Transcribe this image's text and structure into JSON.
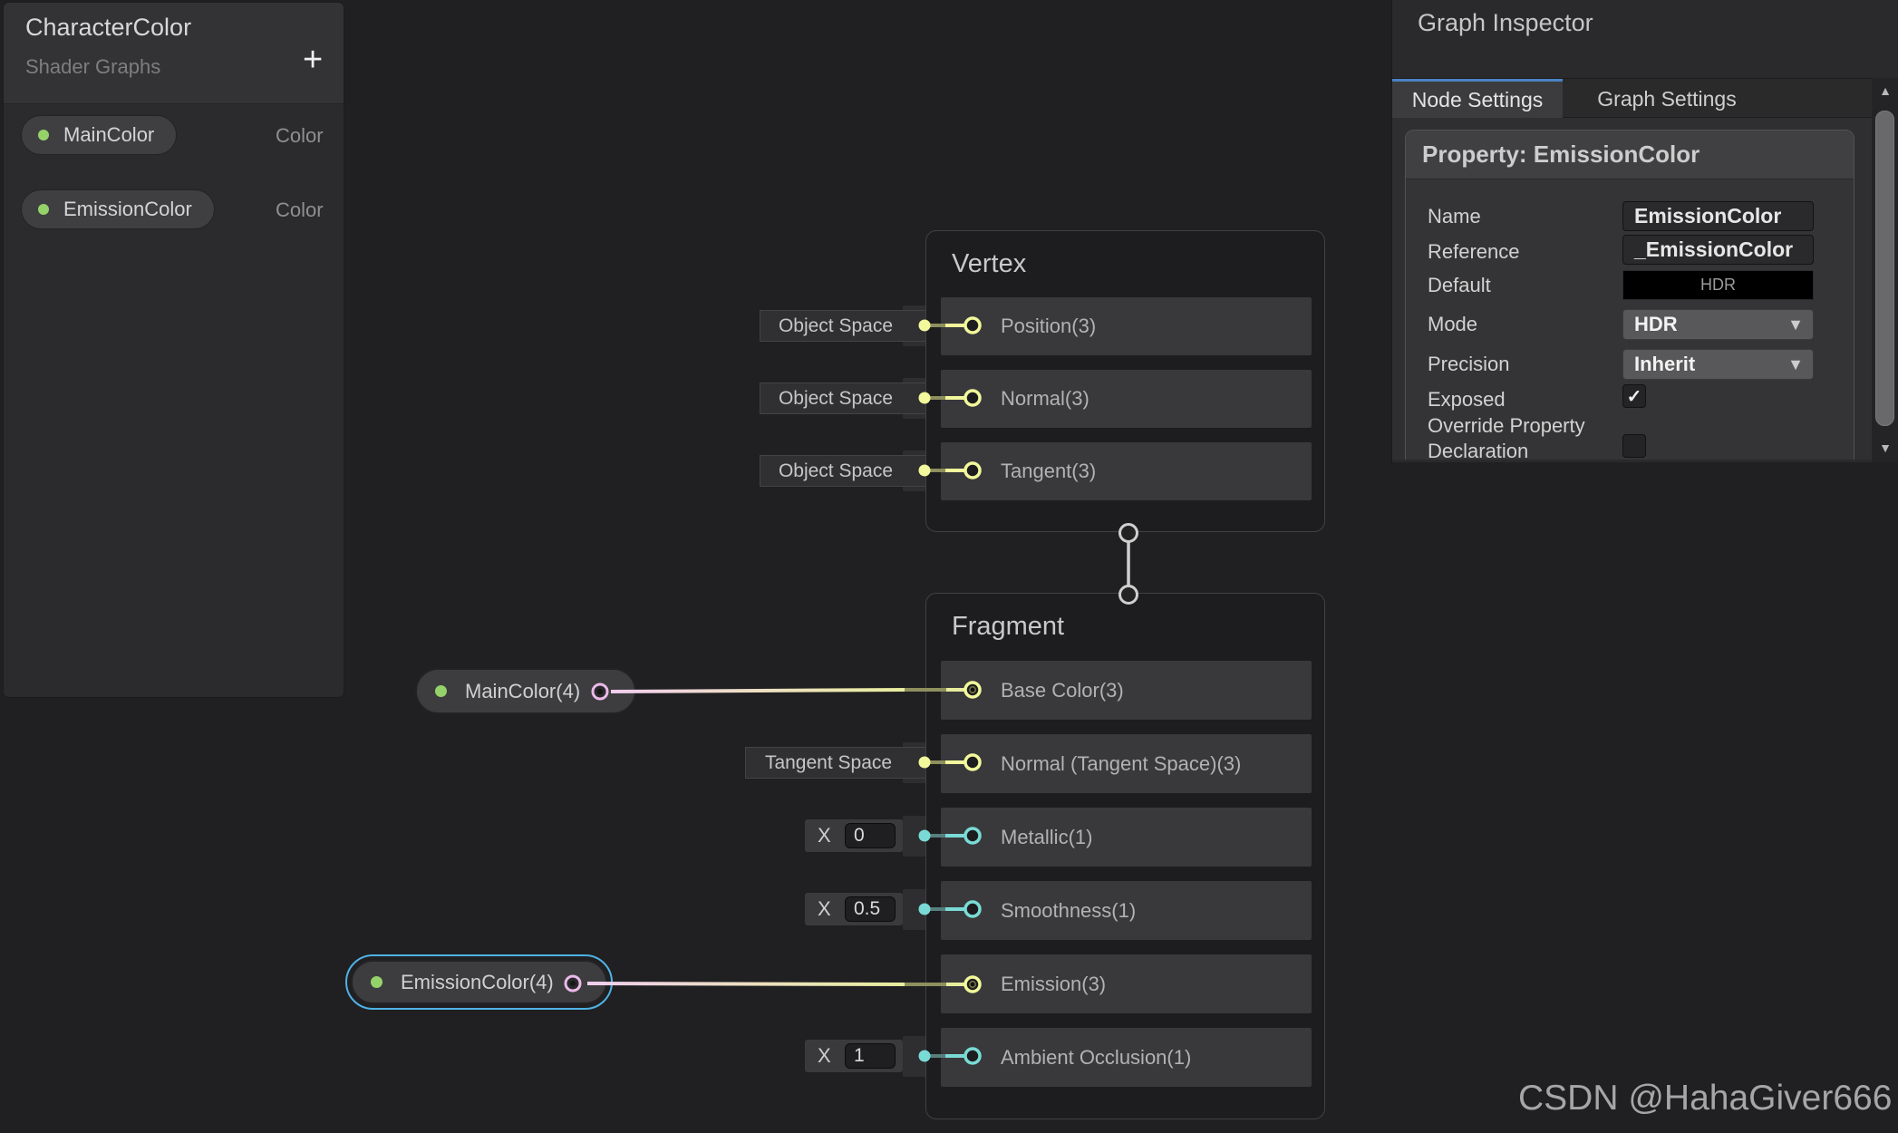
{
  "blackboard": {
    "title": "CharacterColor",
    "subtitle": "Shader Graphs",
    "add_button": "+",
    "properties": [
      {
        "name": "MainColor",
        "type": "Color"
      },
      {
        "name": "EmissionColor",
        "type": "Color"
      }
    ]
  },
  "inspector": {
    "title": "Graph Inspector",
    "tabs": [
      {
        "label": "Node Settings",
        "active": true
      },
      {
        "label": "Graph Settings",
        "active": false
      }
    ],
    "property_header": "Property: EmissionColor",
    "fields": {
      "name_label": "Name",
      "name_value": "EmissionColor",
      "reference_label": "Reference",
      "reference_value": "_EmissionColor",
      "default_label": "Default",
      "default_value": "HDR",
      "mode_label": "Mode",
      "mode_value": "HDR",
      "precision_label": "Precision",
      "precision_value": "Inherit",
      "exposed_label": "Exposed",
      "exposed_checked": "✓",
      "override_label_line1": "Override Property",
      "override_label_line2": "Declaration"
    }
  },
  "graph": {
    "vertex_node": {
      "title": "Vertex",
      "ports": [
        {
          "label": "Position(3)",
          "connector": "Object Space"
        },
        {
          "label": "Normal(3)",
          "connector": "Object Space"
        },
        {
          "label": "Tangent(3)",
          "connector": "Object Space"
        }
      ]
    },
    "fragment_node": {
      "title": "Fragment",
      "ports": [
        {
          "label": "Base Color(3)"
        },
        {
          "label": "Normal (Tangent Space)(3)",
          "connector": "Tangent Space"
        },
        {
          "label": "Metallic(1)",
          "value_label": "X",
          "value": "0"
        },
        {
          "label": "Smoothness(1)",
          "value_label": "X",
          "value": "0.5"
        },
        {
          "label": "Emission(3)"
        },
        {
          "label": "Ambient Occlusion(1)",
          "value_label": "X",
          "value": "1"
        }
      ]
    },
    "property_nodes": [
      {
        "label": "MainColor(4)"
      },
      {
        "label": "EmissionColor(4)"
      }
    ]
  },
  "watermark": "CSDN @HahaGiver666",
  "colors": {
    "accent_tab_blue": "#4a83c4",
    "selection_blue": "#4fb2e5",
    "port_vector3_yellow": "#f2f89b",
    "port_vector1_cyan": "#7adbd6",
    "port_vector4_pink": "#eab9e8",
    "property_dot_green": "#95d36a",
    "edge_white": "#cfcfcf",
    "node_bg": "#1d1d1f",
    "row_bg": "#39393b",
    "panel_bg": "#2b2b2d"
  }
}
